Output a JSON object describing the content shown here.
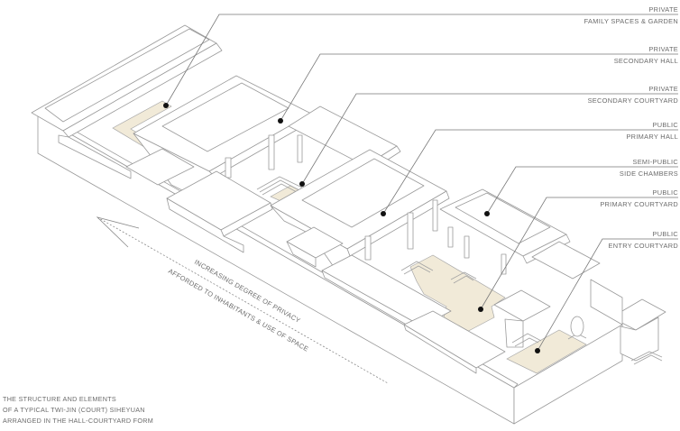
{
  "figure": {
    "caption": [
      "THE STRUCTURE AND ELEMENTS",
      "OF A TYPICAL TWI-JIN (COURT) SIHEYUAN",
      "ARRANGED IN THE HALL-COURTYARD FORM"
    ],
    "privacy_arrow": {
      "line1": "INCREASING DEGREE OF PRIVACY",
      "line2": "AFFORDED TO INHABITANTS & USE OF SPACE"
    },
    "courtyard_fill_color": "#f1ead8",
    "line_color": "#9a9a9a",
    "marker_color": "#111111"
  },
  "labels": [
    {
      "id": "family-spaces",
      "category": "PRIVATE",
      "name": "FAMILY SPACES & GARDEN"
    },
    {
      "id": "secondary-hall",
      "category": "PRIVATE",
      "name": "SECONDARY HALL"
    },
    {
      "id": "secondary-courtyard",
      "category": "PRIVATE",
      "name": "SECONDARY COURTYARD"
    },
    {
      "id": "primary-hall",
      "category": "PUBLIC",
      "name": "PRIMARY HALL"
    },
    {
      "id": "side-chambers",
      "category": "SEMI-PUBLIC",
      "name": "SIDE CHAMBERS"
    },
    {
      "id": "primary-courtyard",
      "category": "PUBLIC",
      "name": "PRIMARY COURTYARD"
    },
    {
      "id": "entry-courtyard",
      "category": "PUBLIC",
      "name": "ENTRY COURTYARD"
    }
  ]
}
